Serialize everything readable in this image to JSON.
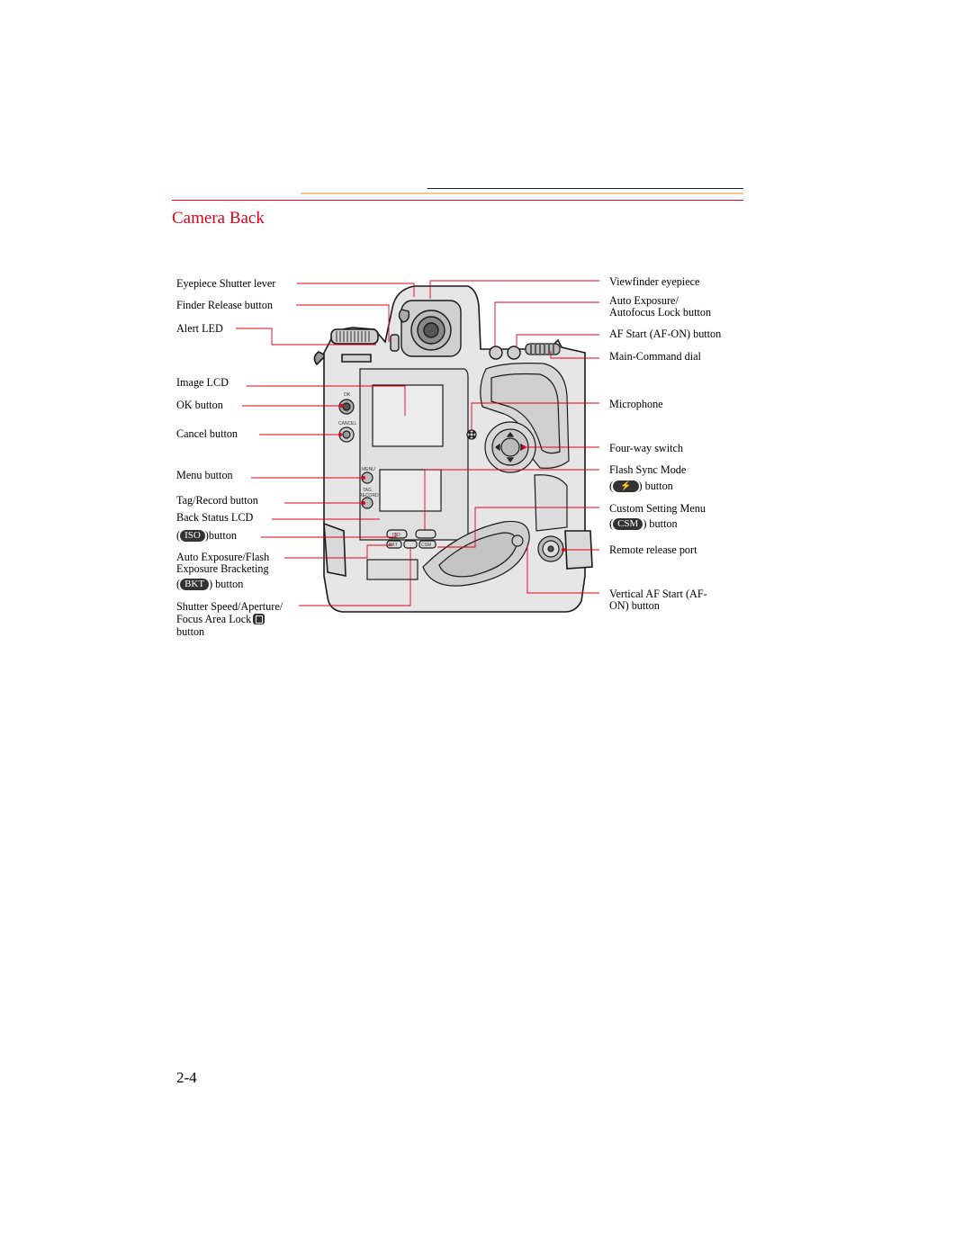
{
  "page": {
    "title": "Camera Back",
    "page_number": "2-4"
  },
  "labels_left": {
    "eyepiece_shutter_lever": "Eyepiece Shutter lever",
    "finder_release_button": "Finder Release button",
    "alert_led": "Alert LED",
    "image_lcd": "Image LCD",
    "ok_button": "OK button",
    "cancel_button": "Cancel button",
    "menu_button": "Menu button",
    "tag_record_button": "Tag/Record button",
    "back_status_lcd": "Back Status LCD",
    "iso_open": "(",
    "iso_badge": "ISO",
    "iso_button": ")button",
    "bracketing_line1": "Auto Exposure/Flash",
    "bracketing_line2": "Exposure Bracketing",
    "bkt_open": "(",
    "bkt_badge": "BKT",
    "bkt_button": ") button",
    "shutter_line1": "Shutter Speed/Aperture/",
    "shutter_line2": "Focus Area Lock",
    "shutter_line3": "button"
  },
  "labels_right": {
    "viewfinder_eyepiece": "Viewfinder eyepiece",
    "ae_af_lock_line1": "Auto Exposure/",
    "ae_af_lock_line2": "Autofocus Lock button",
    "af_start": "AF Start (AF-ON) button",
    "main_command_dial": "Main-Command dial",
    "microphone": "Microphone",
    "four_way_switch": "Four-way switch",
    "flash_sync_line1": "Flash Sync Mode",
    "flash_open": "(",
    "flash_badge": "⚡",
    "flash_button": ") button",
    "csm_line1": "Custom Setting Menu",
    "csm_open": "(",
    "csm_badge": "CSM",
    "csm_button": ") button",
    "remote_release_port": "Remote release port",
    "vertical_af_line1": "Vertical AF Start (AF-",
    "vertical_af_line2": "ON) button"
  },
  "camera_markings": {
    "ok": "OK",
    "cancel": "CANCEL",
    "menu": "MENU",
    "tag": "TAG",
    "record": "RECORD",
    "iso": "ISO",
    "bkt": "BKT",
    "csm": "CSM"
  },
  "colors": {
    "accent_red": "#e3001b",
    "leader_red": "#e3001b",
    "camera_body": "#e6e6e6",
    "header_gold": "#f0c070"
  }
}
